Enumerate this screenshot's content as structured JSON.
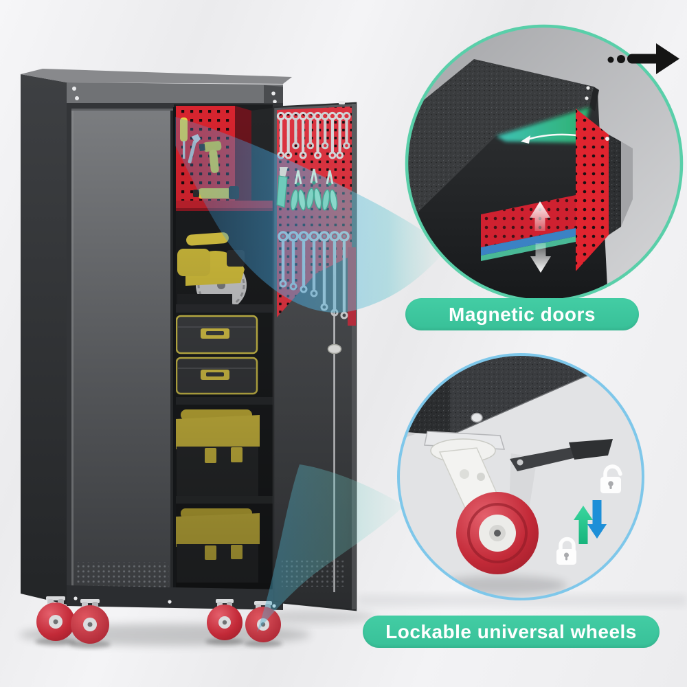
{
  "image": {
    "type": "product-feature-graphic",
    "background_color": "#eeeff1",
    "scene": "tall black metal storage cabinet with open doors, red pegboard panels, hanging wrenches, yellow power tools and tool boxes, rolling red caster wheels"
  },
  "callouts": [
    {
      "id": "magnetic-doors",
      "label": "Magnetic doors",
      "pill_color": "#3ec9a0",
      "label_color": "#ffffff",
      "circle_border_color": "#59cfa9",
      "icons": [
        "door-swing-arc-icon",
        "shelf-up-arrow-icon",
        "shelf-down-arrow-icon"
      ]
    },
    {
      "id": "lockable-wheels",
      "label": "Lockable universal wheels",
      "pill_color": "#3ec9a0",
      "label_color": "#ffffff",
      "circle_border_color": "#7ec7ea",
      "icons": [
        "unlock-icon",
        "lock-icon",
        "raise-arrow-icon",
        "lower-arrow-icon"
      ]
    }
  ],
  "decor": {
    "direction_arrow_color": "#141414",
    "swoosh_color": "#4fb9dd",
    "pegboard_color": "#d8242f",
    "cabinet_color": "#45474a",
    "tool_accent_colors": [
      "#e0ca45",
      "#7fd2c4",
      "#d7d8da"
    ],
    "wheel_color": "#b5222f"
  }
}
